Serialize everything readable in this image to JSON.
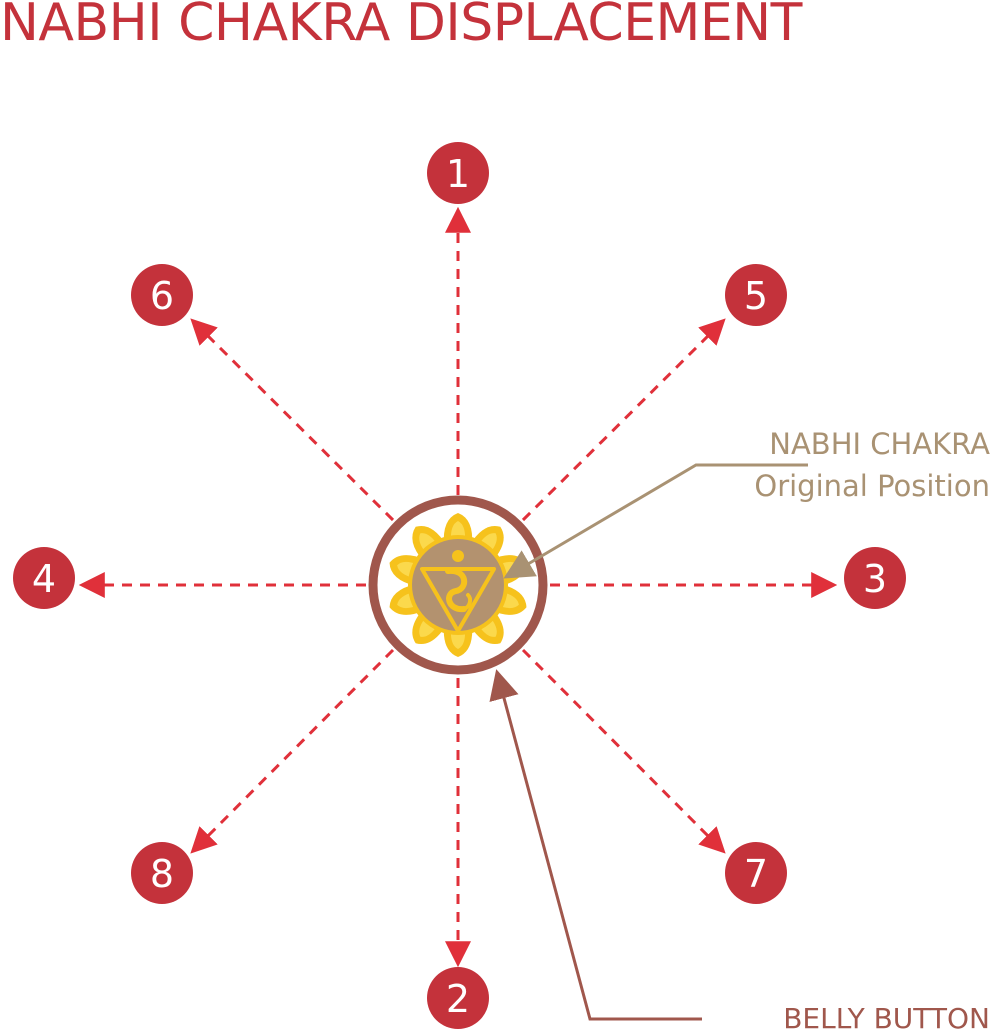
{
  "title": "NABHI CHAKRA DISPLACEMENT",
  "directions": [
    {
      "label": "1",
      "direction": "up"
    },
    {
      "label": "2",
      "direction": "down"
    },
    {
      "label": "3",
      "direction": "right"
    },
    {
      "label": "4",
      "direction": "left"
    },
    {
      "label": "5",
      "direction": "up-right"
    },
    {
      "label": "6",
      "direction": "up-left"
    },
    {
      "label": "7",
      "direction": "down-right"
    },
    {
      "label": "8",
      "direction": "down-left"
    }
  ],
  "callouts": {
    "original_position": {
      "line1": "NABHI CHAKRA",
      "line2": "Original Position"
    },
    "belly_button": "BELLY BUTTON"
  },
  "colors": {
    "title": "#c4323b",
    "badge": "#c4323b",
    "arrow": "#e0303a",
    "ring": "#a0574c",
    "callout_original": "#a99273",
    "callout_belly": "#a0574c",
    "chakra_petals": "#f6c21c",
    "chakra_core": "#b3926f"
  },
  "icons": {
    "center": "manipura-chakra-icon"
  }
}
